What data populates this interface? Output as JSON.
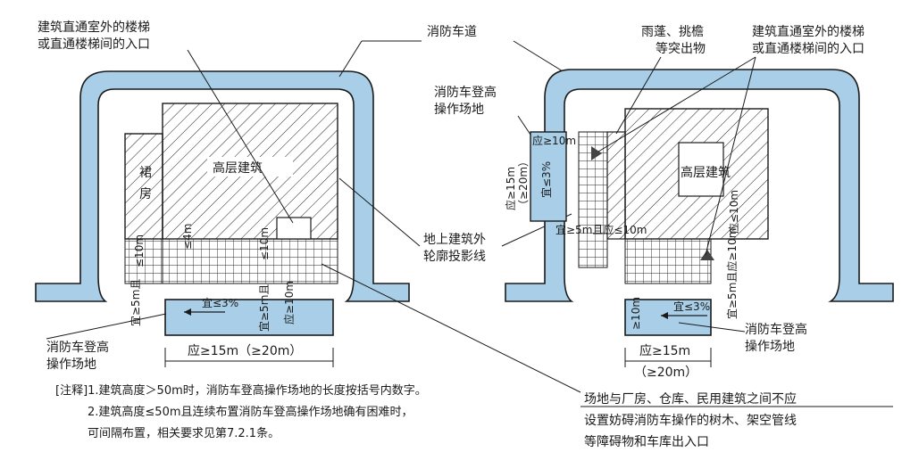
{
  "colors": {
    "road": "#a9cfe8",
    "road_stroke": "#1a1a1a",
    "pad": "#a9cfe8",
    "ink": "#1a1a1a"
  },
  "left": {
    "stair_label": [
      "建筑直通室外的楼梯",
      "或直通楼梯间的入口"
    ],
    "road_label": "消防车道",
    "podium": [
      "裙",
      "房"
    ],
    "tower": "高层建筑",
    "dim_4m": "≤4m",
    "dim_10m_a": "≤10m",
    "dim_10m_b": "≤10m",
    "dim_5m_a": "宜≥5m且",
    "dim_5m_b": "宜≥5m且",
    "dim_10m_c": "应≥10m",
    "slope": "宜≤3%",
    "pad_label": [
      "消防车登高",
      "操作场地"
    ],
    "dim_15m": "应≥15m（≥20m）"
  },
  "middle": {
    "outline_label": [
      "地上建筑外",
      "轮廓投影线"
    ],
    "pad_label": [
      "消防车登高",
      "操作场地"
    ]
  },
  "right": {
    "canopy_label": [
      "雨蓬、挑檐",
      "等突出物"
    ],
    "stair_label": [
      "建筑直通室外的楼梯",
      "或直通楼梯间的入口"
    ],
    "tower": "高层建筑",
    "dim_10m_top": "应≥10m",
    "dim_15m_v": [
      "应≥15m",
      "（≥20m）"
    ],
    "slope_v": "宜≤3%",
    "dim_5m": "宜≥5m且应≤10m",
    "dim_10m_r": "应≤10m",
    "dim_5m_r": "宜≥5m且应≥10m",
    "slope": "宜≤3%",
    "dim_10m_b": "≥10m",
    "pad_label": [
      "消防车登高",
      "操作场地"
    ],
    "dim_15m": [
      "应≥15m",
      "（≥20m）"
    ]
  },
  "notes": {
    "n1": "[注释]1.建筑高度＞50m时，消防车登高操作场地的长度按括号内数字。",
    "n2": "2.建筑高度≤50m且连续布置消防车登高操作场地确有困难时，",
    "n3": "可间隔布置，相关要求见第7.2.1条。"
  },
  "bottom_right": [
    "场地与厂房、仓库、民用建筑之间不应",
    "设置妨碍消防车操作的树木、架空管线",
    "等障碍物和车库出入口"
  ]
}
